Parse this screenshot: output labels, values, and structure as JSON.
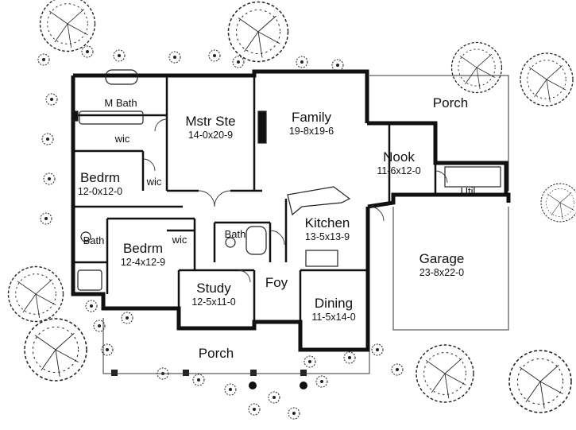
{
  "rooms": {
    "m_bath": {
      "name": "M Bath"
    },
    "mstr_ste": {
      "name": "Mstr Ste",
      "dims": "14-0x20-9"
    },
    "family": {
      "name": "Family",
      "dims": "19-8x19-6"
    },
    "porch_rear": {
      "name": "Porch"
    },
    "wic_master": {
      "name": "wic"
    },
    "nook": {
      "name": "Nook",
      "dims": "11-6x12-0"
    },
    "bedrm1": {
      "name": "Bedrm",
      "dims": "12-0x12-0"
    },
    "wic_bed1": {
      "name": "wic"
    },
    "util": {
      "name": "Util"
    },
    "kitchen": {
      "name": "Kitchen",
      "dims": "13-5x13-9"
    },
    "bath1": {
      "name": "Bath"
    },
    "bedrm2": {
      "name": "Bedrm",
      "dims": "12-4x12-9"
    },
    "wic_bed2": {
      "name": "wic"
    },
    "bath2": {
      "name": "Bath"
    },
    "garage": {
      "name": "Garage",
      "dims": "23-8x22-0"
    },
    "foy": {
      "name": "Foy"
    },
    "study": {
      "name": "Study",
      "dims": "12-5x11-0"
    },
    "dining": {
      "name": "Dining",
      "dims": "11-5x14-0"
    },
    "porch_front": {
      "name": "Porch"
    }
  },
  "colors": {
    "wall": "#111111",
    "landscape": "#222222",
    "background": "#ffffff"
  }
}
